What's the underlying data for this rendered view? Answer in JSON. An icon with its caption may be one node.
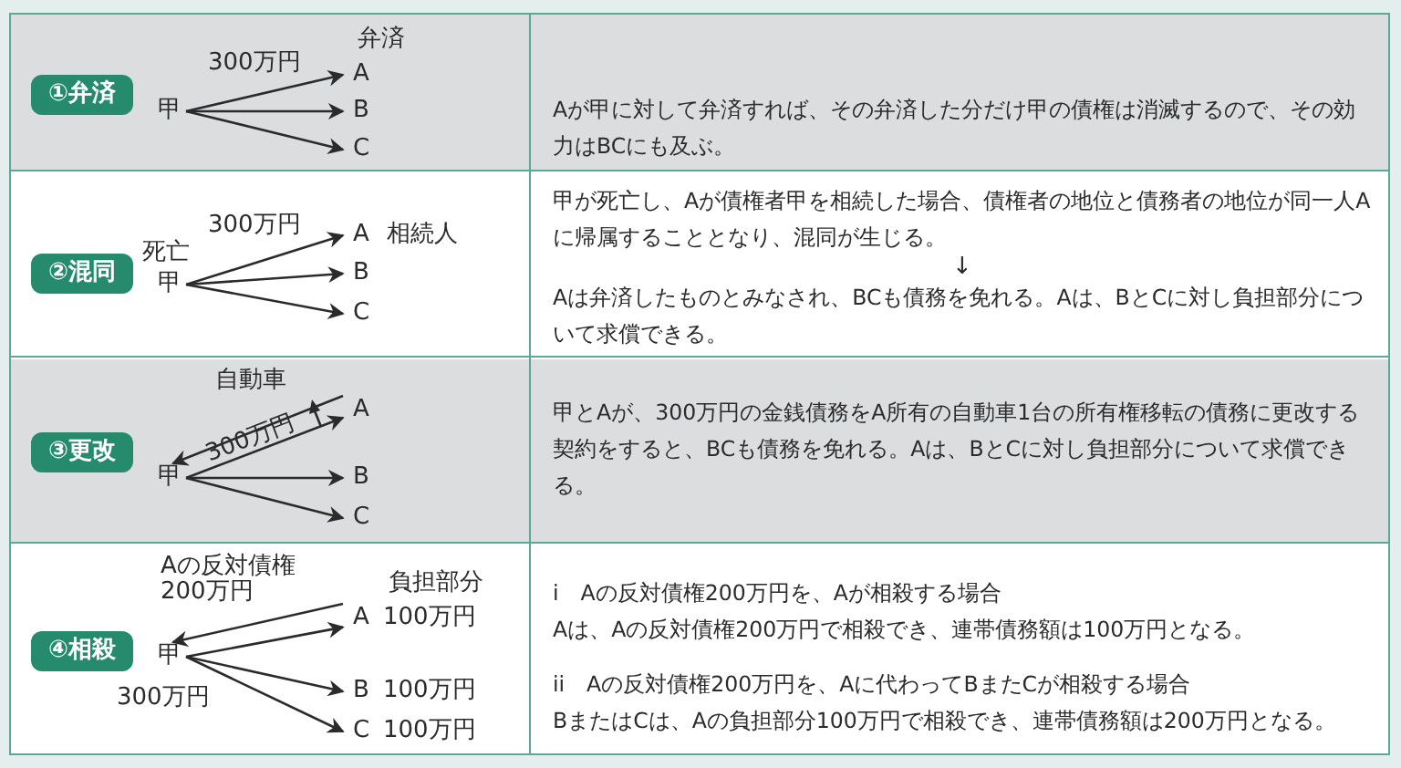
{
  "diagram": {
    "nodes": [
      {
        "text": [
          "①弁済"
        ]
      },
      {
        "text": [
          "甲"
        ]
      },
      {
        "text": [
          "A"
        ],
        "beside": [
          "弁済"
        ]
      },
      {
        "text": [
          "B"
        ]
      },
      {
        "text": [
          "C"
        ]
      },
      {
        "text": [
          "②混同"
        ]
      },
      {
        "text": [
          "甲"
        ],
        "beside": [
          "死亡"
        ]
      },
      {
        "text": [
          "A"
        ],
        "beside": [
          "相続人"
        ]
      },
      {
        "text": [
          "B"
        ]
      },
      {
        "text": [
          "C"
        ]
      },
      {
        "text": [
          "③更改"
        ]
      },
      {
        "text": [
          "甲"
        ]
      },
      {
        "text": [
          "A"
        ]
      },
      {
        "text": [
          "B"
        ]
      },
      {
        "text": [
          "C"
        ]
      },
      {
        "text": [
          "④相殺"
        ]
      },
      {
        "text": [
          "甲"
        ]
      },
      {
        "text": [
          "A"
        ],
        "beside": [
          "100万円"
        ]
      },
      {
        "text": [
          "B"
        ],
        "beside": [
          "100万円"
        ]
      },
      {
        "text": [
          "C"
        ],
        "beside": [
          "100万円"
        ]
      }
    ],
    "edges": [
      {
        "from": 1,
        "to": 2,
        "arrow": "to",
        "label": "300万円"
      },
      {
        "from": 1,
        "to": 3,
        "arrow": "to"
      },
      {
        "from": 1,
        "to": 4,
        "arrow": "to"
      },
      {
        "from": 6,
        "to": 7,
        "arrow": "to",
        "label": "300万円"
      },
      {
        "from": 6,
        "to": 8,
        "arrow": "to"
      },
      {
        "from": 6,
        "to": 9,
        "arrow": "to"
      },
      {
        "from": 11,
        "to": 12,
        "arrow": "to",
        "label": "300万円"
      },
      {
        "from": 11,
        "to": 13,
        "arrow": "to"
      },
      {
        "from": 11,
        "to": 14,
        "arrow": "to"
      },
      {
        "from": 12,
        "to": 11,
        "arrow": "to",
        "label": "自動車"
      },
      {
        "from": 16,
        "to": 17,
        "arrow": "to"
      },
      {
        "from": 16,
        "to": 18,
        "arrow": "to"
      },
      {
        "from": 16,
        "to": 19,
        "arrow": "to"
      },
      {
        "from": 17,
        "to": 16,
        "arrow": "to",
        "label": "Aの反対債権200万円"
      }
    ],
    "labels": [
      "Aが甲に対して弁済すれば、その弁済した分だけ甲の債権は消滅するので、その効力はBCにも及ぶ。",
      "甲が死亡し、Aが債権者甲を相続した場合、債権者の地位と債務者の地位が同一人Aに帰属することとなり、混同が生じる。",
      "↓",
      "Aは弁済したものとみなされ、BCも債務を免れる。Aは、BとCに対し負担部分について求償できる。",
      "甲とAが、300万円の金銭債務をA所有の自動車1台の所有権移転の債務に更改する契約をすると、BCも債務を免れる。Aは、BとCに対し負担部分について求償できる。",
      "負担部分",
      "300万円",
      "i　Aの反対債権200万円を、Aが相殺する場合",
      "Aは、Aの反対債権200万円で相殺でき、連帯債務額は100万円となる。",
      "ii　Aの反対債権200万円を、Aに代わってBまたCが相殺する場合",
      "BまたはCは、Aの負担部分100万円で相殺でき、連帯債務額は200万円となる。"
    ]
  }
}
